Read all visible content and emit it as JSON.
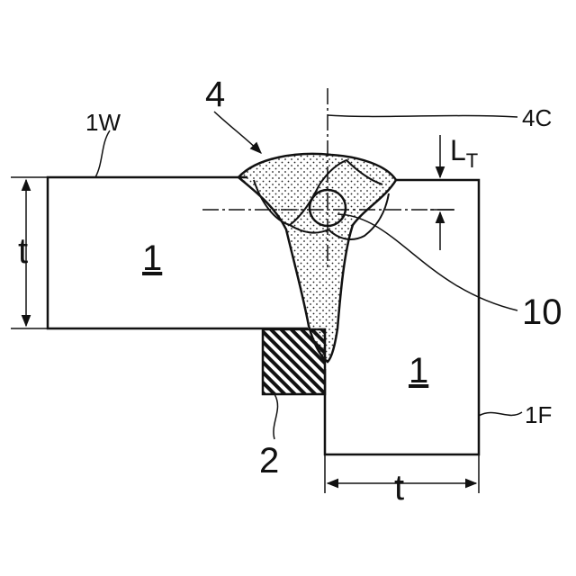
{
  "labels": {
    "weld": "4",
    "weld_center": "4C",
    "web_plate_ref": "1W",
    "flange_plate_ref": "1F",
    "plate_web": "1",
    "plate_flange": "1",
    "thickness_left": "t",
    "thickness_bottom": "t",
    "backing": "2",
    "point": "10",
    "lt_main": "L",
    "lt_sub": "T"
  },
  "colors": {
    "line": "#111111",
    "weld_dots": "#222222",
    "background": "#ffffff"
  }
}
